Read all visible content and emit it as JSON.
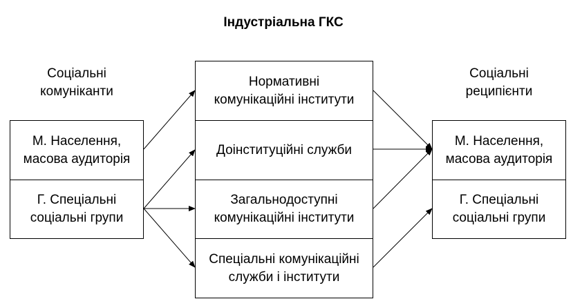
{
  "title": "Індустріальна ГКС",
  "left": {
    "heading": "Соціальні\nкомуніканти",
    "boxes": [
      "М. Населення,\nмасова аудиторія",
      "Г. Спеціальні\nсоціальні групи"
    ]
  },
  "center": {
    "boxes": [
      "Нормативні\nкомунікаційні інститути",
      "Доінституційні служби",
      "Загальнодоступні\nкомунікаційні інститути",
      "Спеціальні комунікаційні\nслужби і інститути"
    ]
  },
  "right": {
    "heading": "Соціальні\nреципієнти",
    "boxes": [
      "М. Населення,\nмасова аудиторія",
      "Г. Спеціальні\nсоціальні групи"
    ]
  }
}
